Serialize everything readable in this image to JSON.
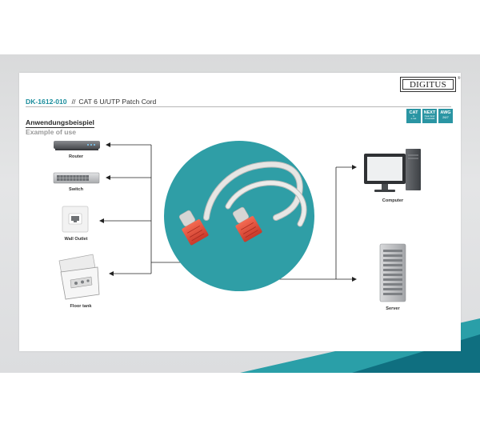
{
  "brand": {
    "logo_text": "DIGITUS",
    "registered_mark": "®"
  },
  "header": {
    "product_code": "DK-1612-010",
    "separator": "//",
    "product_name": "CAT 6 U/UTP Patch Cord"
  },
  "badges": [
    {
      "main": "CAT",
      "sub1": "6",
      "sub2": "e.net"
    },
    {
      "main": "NEXT",
      "sub1": "Near End",
      "sub2": "Crosstalk"
    },
    {
      "main": "AWG",
      "sub1": "26/7",
      "sub2": ""
    }
  ],
  "use_section": {
    "title": "Anwendungsbeispiel",
    "subtitle": "Example of use"
  },
  "devices": {
    "router": "Router",
    "switch": "Switch",
    "wall_outlet": "Wall Outlet",
    "floor_tank": "Floor tank",
    "computer": "Computer",
    "server": "Server"
  },
  "colors": {
    "accent_teal": "#2a95a3",
    "circle_teal": "#2f9ea6",
    "connector_red": "#e8503a",
    "cable_grey": "#e3e3e1"
  }
}
